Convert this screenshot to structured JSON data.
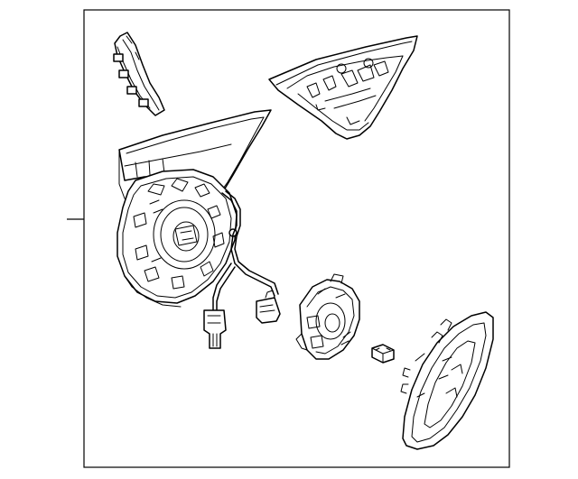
{
  "diagram": {
    "parts": [
      {
        "name": "mirror-cover-trim-strip"
      },
      {
        "name": "mirror-cover-cap"
      },
      {
        "name": "mirror-housing-with-wire-harness"
      },
      {
        "name": "mirror-motor-actuator"
      },
      {
        "name": "mounting-screw"
      },
      {
        "name": "mirror-glass"
      }
    ],
    "colors": {
      "line": "#000000",
      "background": "#ffffff"
    }
  }
}
